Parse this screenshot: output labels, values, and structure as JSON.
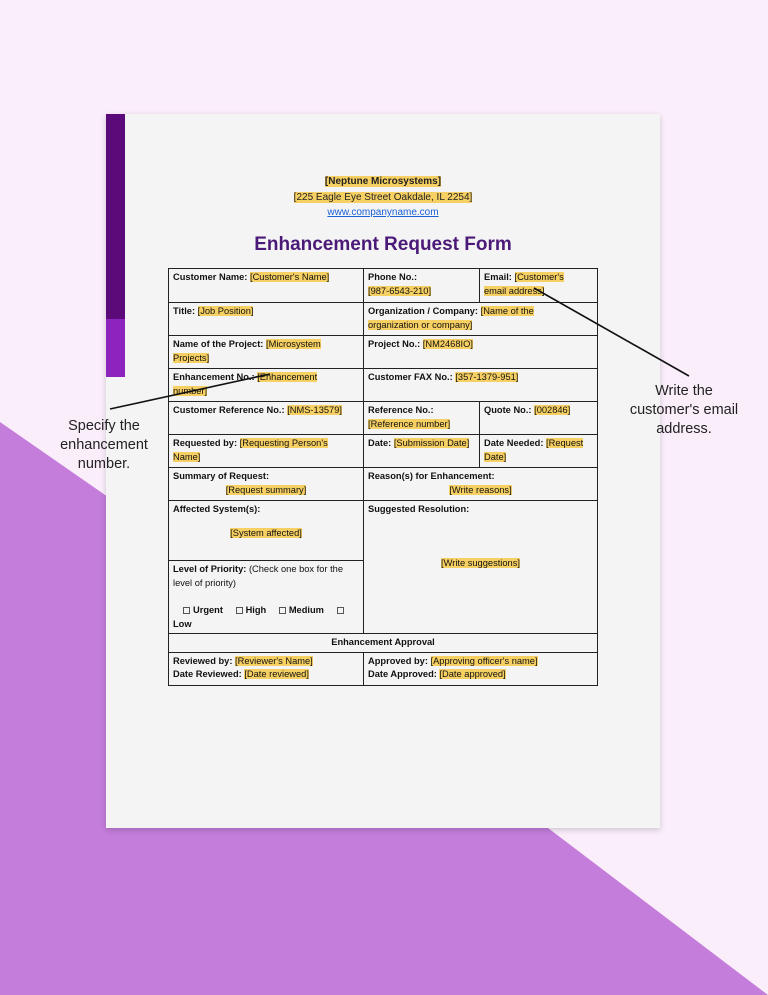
{
  "header": {
    "company": "[Neptune Microsystems]",
    "address": "[225 Eagle Eye Street Oakdale, IL 2254]",
    "website": "www.companyname.com"
  },
  "form_title": "Enhancement Request Form",
  "fields": {
    "customer_name": {
      "label": "Customer Name:",
      "value": "[Customer's Name]"
    },
    "phone": {
      "label": "Phone No.:",
      "value": "[987-6543-210]"
    },
    "email": {
      "label": "Email:",
      "value_1": "[Customer's",
      "value_2": "email address]"
    },
    "title": {
      "label": "Title:",
      "value": "[Job Position]"
    },
    "organization": {
      "label": "Organization / Company:",
      "value_1": "[Name of the",
      "value_2": "organization or company]"
    },
    "project_name": {
      "label": "Name of the Project:",
      "value_1": "[Microsystem",
      "value_2": "Projects]"
    },
    "project_no": {
      "label": "Project No.:",
      "value": "[NM2468IO]"
    },
    "enhancement_no": {
      "label": "Enhancement No.:",
      "value_1": "[Enhancement",
      "value_2": "number]"
    },
    "customer_fax": {
      "label": "Customer FAX No.:",
      "value": "[357-1379-951]"
    },
    "customer_reference": {
      "label": "Customer Reference No.:",
      "value": "[NMS-13579]"
    },
    "reference_no": {
      "label": "Reference No.:",
      "value": "[Reference number]"
    },
    "quote_no": {
      "label": "Quote No.:",
      "value": "[002846]"
    },
    "requested_by": {
      "label": "Requested by:",
      "value_1": "[Requesting Person's",
      "value_2": "Name]"
    },
    "date": {
      "label": "Date:",
      "value": "[Submission Date]"
    },
    "date_needed": {
      "label": "Date Needed:",
      "value_1": "[Request",
      "value_2": "Date]"
    },
    "summary": {
      "label": "Summary of Request:",
      "value": "[Request summary]"
    },
    "reasons": {
      "label": "Reason(s) for Enhancement:",
      "value": "[Write reasons]"
    },
    "affected_systems": {
      "label": "Affected System(s):",
      "value": "[System affected]"
    },
    "suggested_resolution": {
      "label": "Suggested Resolution:",
      "value": "[Write suggestions]"
    },
    "priority": {
      "label": "Level of Priority:",
      "note_1": "(Check one box for the",
      "note_2": "level of priority)",
      "options": [
        "Urgent",
        "High",
        "Medium",
        "Low"
      ]
    },
    "approval_heading": "Enhancement Approval",
    "reviewed_by": {
      "label": "Reviewed by:",
      "value": "[Reviewer's Name]"
    },
    "date_reviewed": {
      "label": "Date Reviewed:",
      "value": "[Date reviewed]"
    },
    "approved_by": {
      "label": "Approved by:",
      "value": "[Approving officer's name]"
    },
    "date_approved": {
      "label": "Date Approved:",
      "value": "[Date approved]"
    }
  },
  "callouts": {
    "enhancement": [
      "Specify the",
      "enhancement",
      "number."
    ],
    "email": [
      "Write the",
      "customer's email",
      "address."
    ]
  },
  "colors": {
    "background": "#fbeefb",
    "accent_purple": "#c47ddb",
    "strip_dark": "#5b0a7a",
    "strip_light": "#8c24bd",
    "title": "#4b1a78",
    "highlight": "#f7d063",
    "link": "#1a5fd6"
  }
}
